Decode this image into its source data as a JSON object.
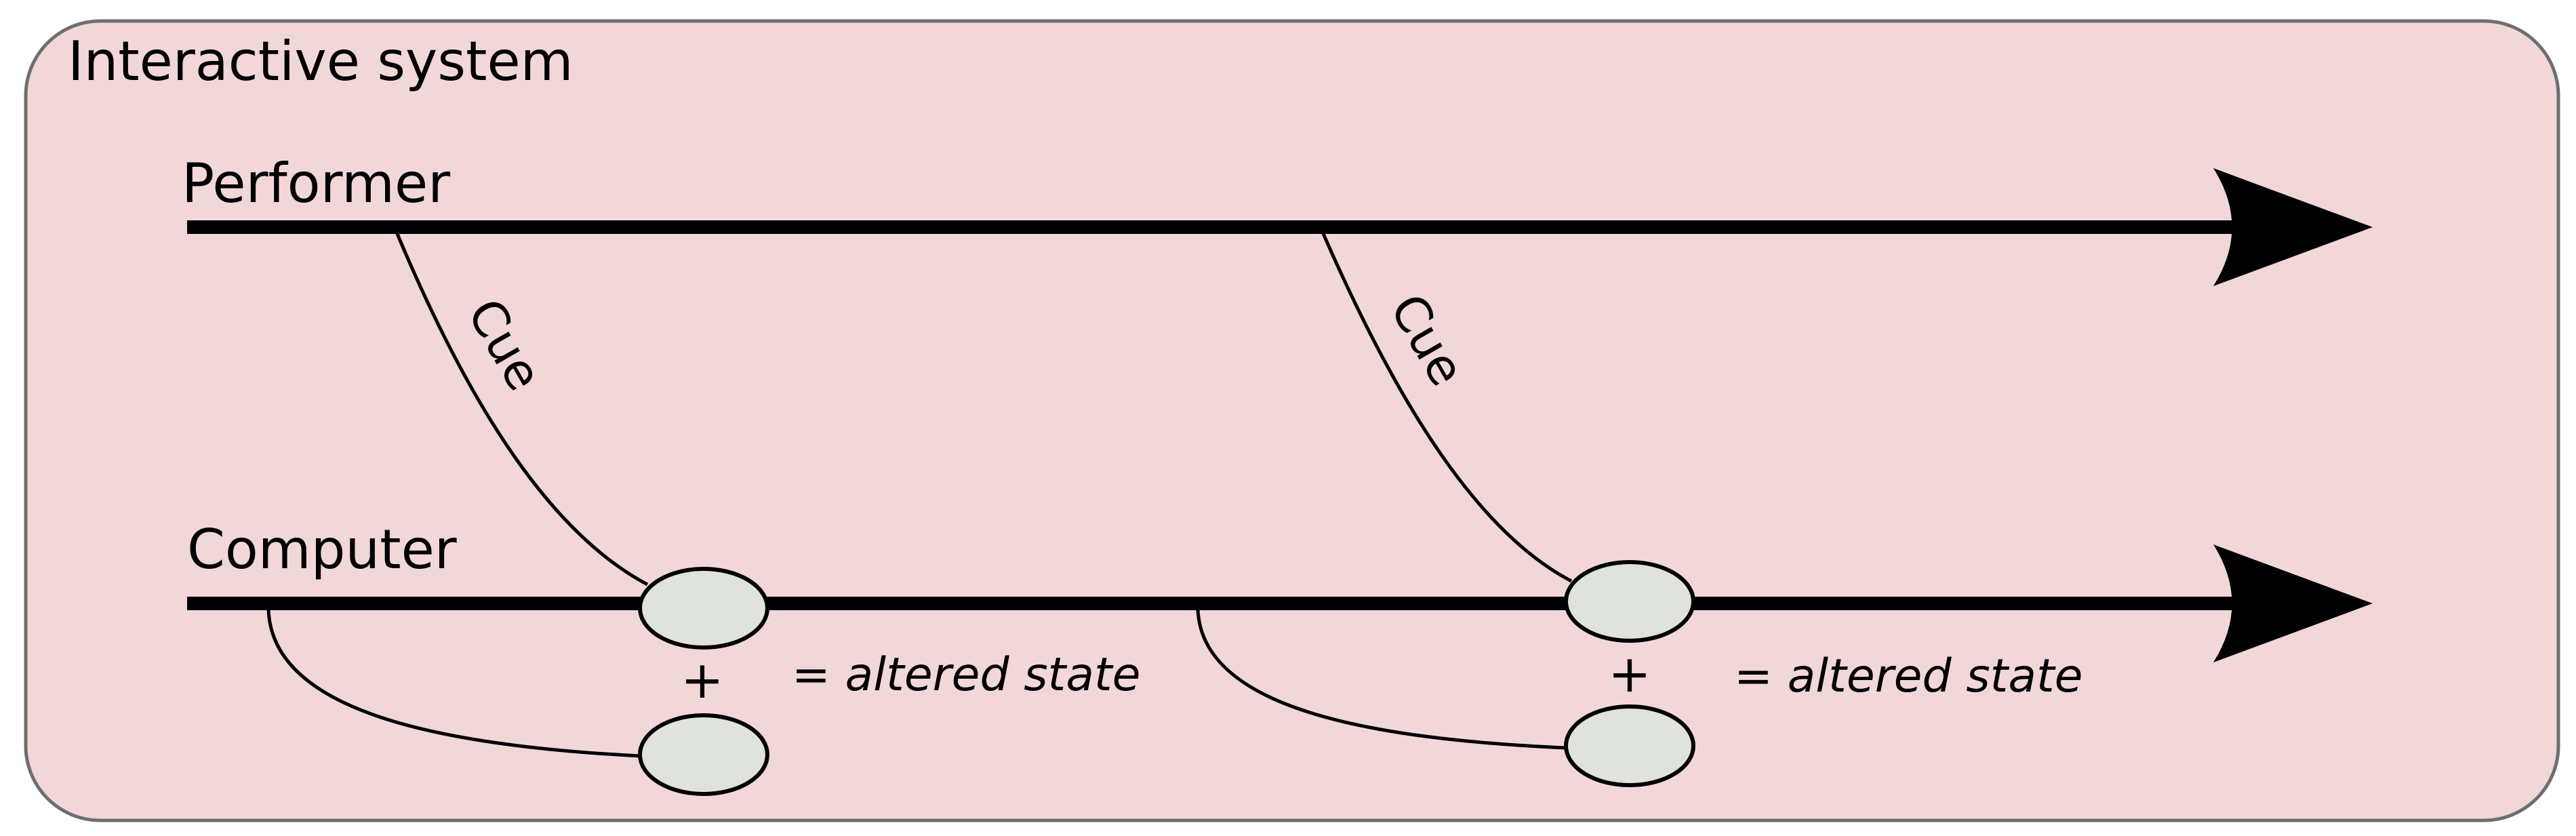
{
  "diagram": {
    "title": "Interactive system",
    "lanes": {
      "performer": "Performer",
      "computer": "Computer"
    },
    "cue_label": "Cue",
    "plus_symbol": "+",
    "result_label": "= altered state",
    "colors": {
      "panel_fill": "#f2d7d9",
      "panel_stroke": "#6e6e6e",
      "line": "#000000",
      "state_fill": "#dfe2dd"
    }
  }
}
